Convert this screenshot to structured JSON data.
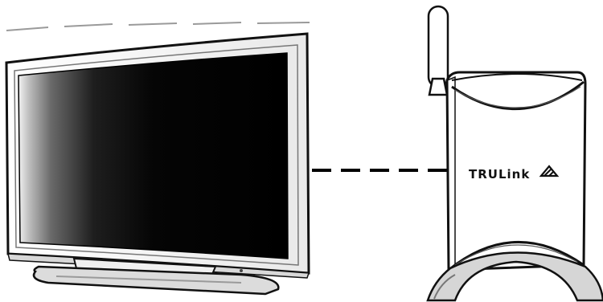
{
  "device": {
    "brand_label": "TRULink"
  },
  "colors": {
    "outline": "#111111",
    "screen_dark": "#050505",
    "background": "#ffffff"
  },
  "icons": {
    "tv": "flat-panel-tv-icon",
    "receiver": "wireless-receiver-icon",
    "antenna": "antenna-icon",
    "connection": "dashed-connection-line",
    "logo_mark": "trulink-logo-mark"
  }
}
